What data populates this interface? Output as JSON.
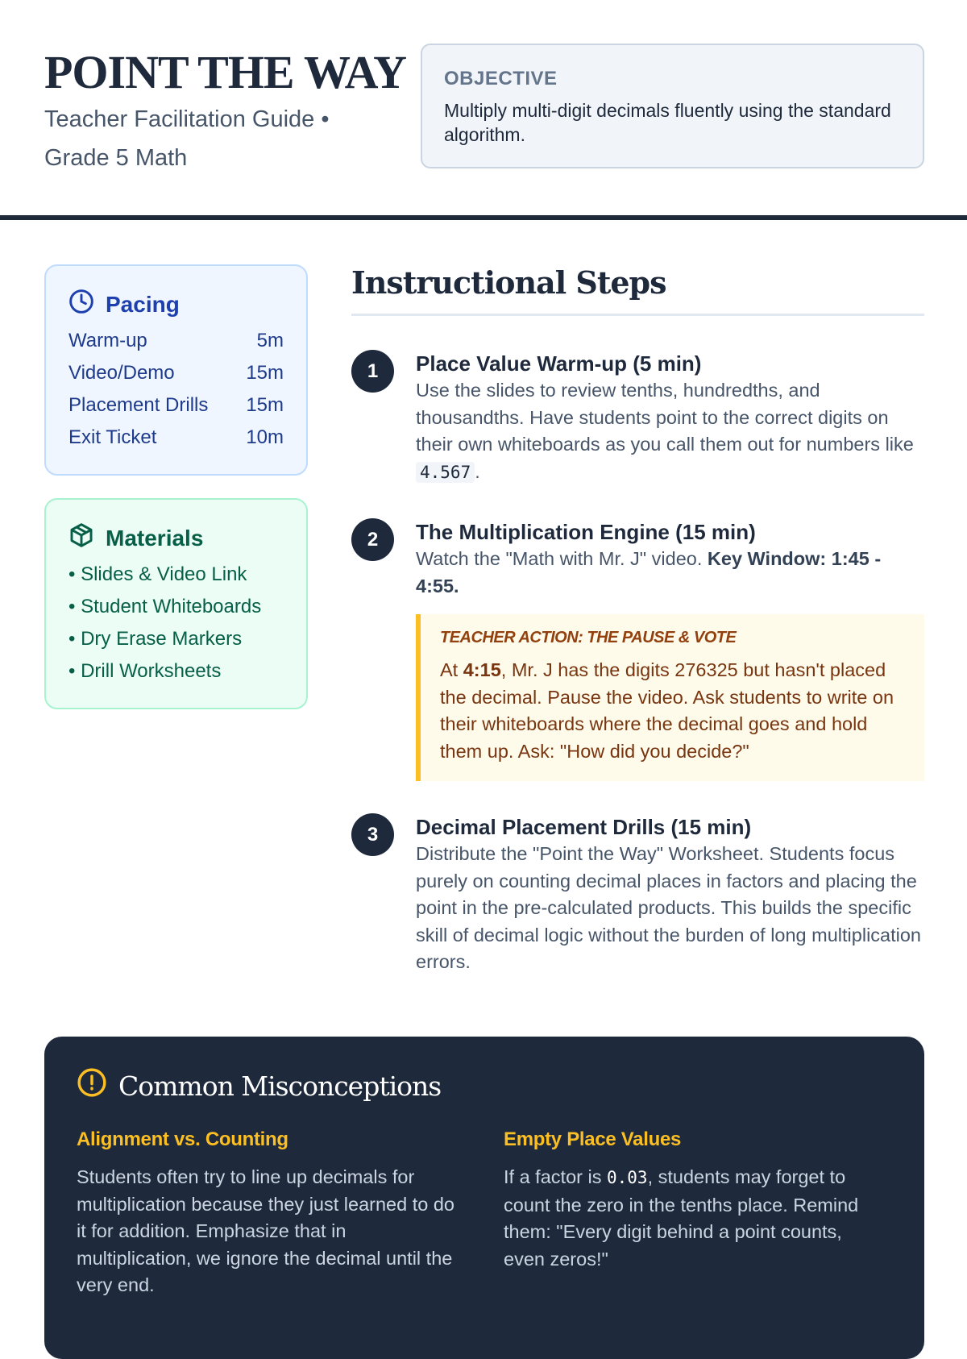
{
  "header": {
    "title": "POINT THE WAY",
    "subtitle": "Teacher Facilitation Guide • Grade 5 Math",
    "objective_label": "OBJECTIVE",
    "objective_text": "Multiply multi-digit decimals fluently using the standard algorithm."
  },
  "pacing": {
    "title": "Pacing",
    "icon": "clock-icon",
    "rows": [
      {
        "label": "Warm-up",
        "time": "5m"
      },
      {
        "label": "Video/Demo",
        "time": "15m"
      },
      {
        "label": "Placement Drills",
        "time": "15m"
      },
      {
        "label": "Exit Ticket",
        "time": "10m"
      }
    ]
  },
  "materials": {
    "title": "Materials",
    "icon": "box-icon",
    "items": [
      "Slides & Video Link",
      "Student Whiteboards",
      "Dry Erase Markers",
      "Drill Worksheets"
    ]
  },
  "steps": {
    "heading": "Instructional Steps",
    "items": [
      {
        "num": "1",
        "title": "Place Value Warm-up (5 min)",
        "text": "Use the slides to review tenths, hundredths, and thousandths. Have students point to the correct digits on their own whiteboards as you call them out for numbers like",
        "code": "4.567",
        "end": "."
      },
      {
        "num": "2",
        "title": "The Multiplication Engine (15 min)",
        "text": "Watch the \"Math with Mr. J\" video. ",
        "bold": "Key Window: 1:45 - 4:55.",
        "callout": {
          "label": "TEACHER ACTION: THE PAUSE & VOTE",
          "pre": "At ",
          "bold": "4:15",
          "text": ", Mr. J has the digits 276325 but hasn't placed the decimal. Pause the video. Ask students to write on their whiteboards where the decimal goes and hold them up. Ask: \"How did you decide?\""
        }
      },
      {
        "num": "3",
        "title": "Decimal Placement Drills (15 min)",
        "text": "Distribute the \"Point the Way\" Worksheet. Students focus purely on counting decimal places in factors and placing the point in the pre-calculated products. This builds the specific skill of decimal logic without the burden of long multiplication errors."
      }
    ]
  },
  "misconceptions": {
    "title": "Common Misconceptions",
    "icon": "alert-circle-icon",
    "items": [
      {
        "heading": "Alignment vs. Counting",
        "text": "Students often try to line up decimals for multiplication because they just learned to do it for addition. Emphasize that in multiplication, we ignore the decimal until the very end."
      },
      {
        "heading": "Empty Place Values",
        "pre": "If a factor is ",
        "code": "0.03",
        "text": ", students may forget to count the zero in the tenths place. Remind them: \"Every digit behind a point counts, even zeros!\""
      }
    ]
  },
  "colors": {
    "dark": "#1e293b",
    "blue": "#1e40af",
    "green": "#065f46",
    "amber": "#fbbf24"
  }
}
